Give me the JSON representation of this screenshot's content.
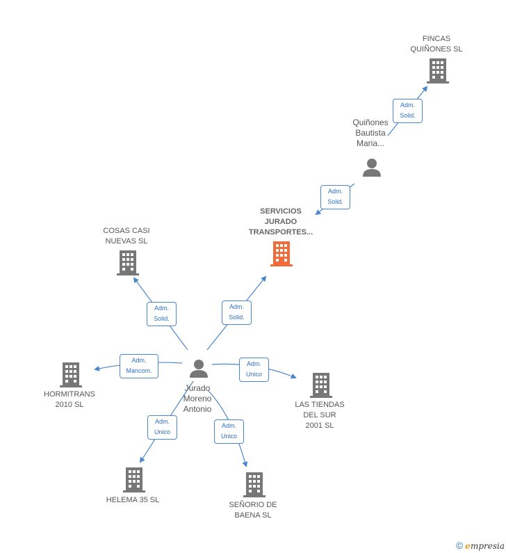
{
  "colors": {
    "company": "#777777",
    "main_company": "#f26b3a",
    "person": "#777777",
    "edge": "#4a86d0"
  },
  "nodes": {
    "fincas": {
      "label": "FINCAS\nQUIÑONES  SL",
      "icon": "building-icon"
    },
    "quinones": {
      "label": "Quiñones\nBautista\nMaria...",
      "icon": "person-icon"
    },
    "servicios": {
      "label": "SERVICIOS\nJURADO\nTRANSPORTES...",
      "icon": "building-icon"
    },
    "cosas": {
      "label": "COSAS CASI\nNUEVAS  SL",
      "icon": "building-icon"
    },
    "jurado": {
      "label": "Jurado\nMoreno\nAntonio",
      "icon": "person-icon"
    },
    "hormitrans": {
      "label": "HORMITRANS\n2010 SL",
      "icon": "building-icon"
    },
    "tiendas": {
      "label": "LAS TIENDAS\nDEL SUR\n2001 SL",
      "icon": "building-icon"
    },
    "helema": {
      "label": "HELEMA 35  SL",
      "icon": "building-icon"
    },
    "senorio": {
      "label": "SEÑORIO DE\nBAENA  SL",
      "icon": "building-icon"
    }
  },
  "relations": {
    "quinones_fincas": "Adm.\nSolid.",
    "quinones_servicios": "Adm.\nSolid.",
    "jurado_cosas": "Adm.\nSolid.",
    "jurado_servicios": "Adm.\nSolid.",
    "jurado_hormitrans": "Adm.\nMancom.",
    "jurado_tiendas": "Adm.\nUnico",
    "jurado_helema": "Adm.\nUnico",
    "jurado_senorio": "Adm.\nUnico"
  },
  "footer": {
    "copyright": "©",
    "brand_first": "e",
    "brand_rest": "mpresia"
  }
}
